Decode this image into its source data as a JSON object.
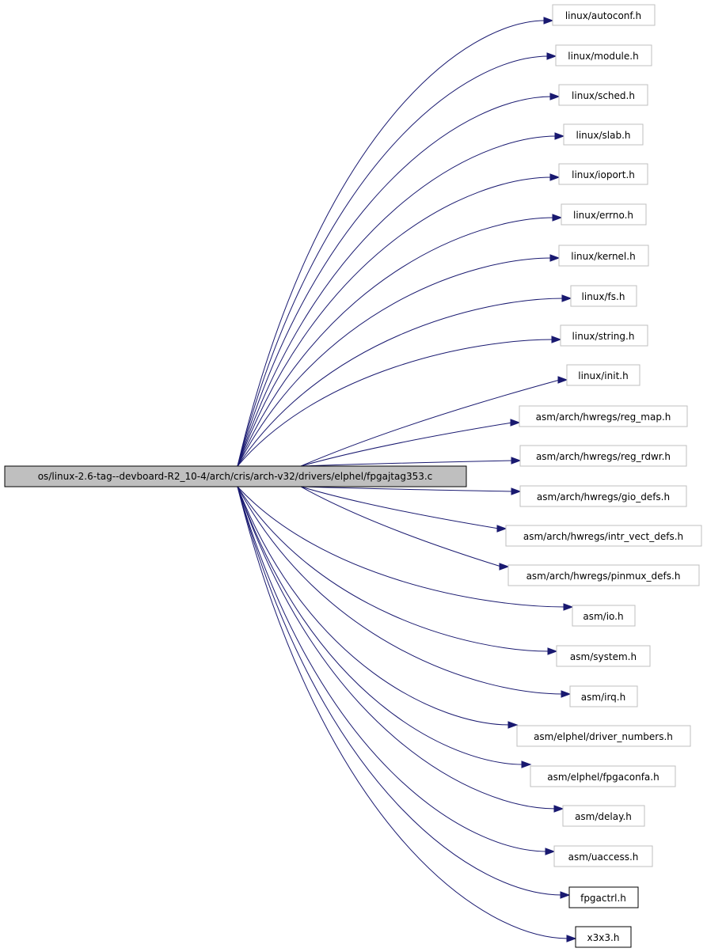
{
  "graph": {
    "source": "os/linux-2.6-tag--devboard-R2_10-4/arch/cris/arch-v32/drivers/elphel/fpgajtag353.c",
    "includes": [
      "linux/autoconf.h",
      "linux/module.h",
      "linux/sched.h",
      "linux/slab.h",
      "linux/ioport.h",
      "linux/errno.h",
      "linux/kernel.h",
      "linux/fs.h",
      "linux/string.h",
      "linux/init.h",
      "asm/arch/hwregs/reg_map.h",
      "asm/arch/hwregs/reg_rdwr.h",
      "asm/arch/hwregs/gio_defs.h",
      "asm/arch/hwregs/intr_vect_defs.h",
      "asm/arch/hwregs/pinmux_defs.h",
      "asm/io.h",
      "asm/system.h",
      "asm/irq.h",
      "asm/elphel/driver_numbers.h",
      "asm/elphel/fpgaconfa.h",
      "asm/delay.h",
      "asm/uaccess.h",
      "fpgactrl.h",
      "x3x3.h"
    ],
    "documented_includes": [
      "fpgactrl.h",
      "x3x3.h"
    ],
    "colors": {
      "edge": "#191970",
      "root_fill": "#bfbfbf",
      "node_border": "#bfbfbf",
      "documented_border": "#000000"
    }
  }
}
